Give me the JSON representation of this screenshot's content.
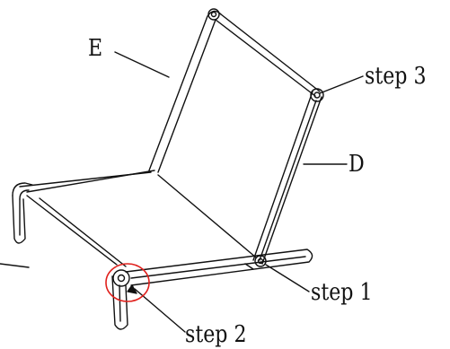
{
  "labels": {
    "e": "E",
    "d": "D",
    "step1": "step 1",
    "step2": "step 2",
    "step3": "step 3"
  },
  "colors": {
    "line": "#111111",
    "highlight": "#e0201c",
    "background": "#ffffff"
  }
}
